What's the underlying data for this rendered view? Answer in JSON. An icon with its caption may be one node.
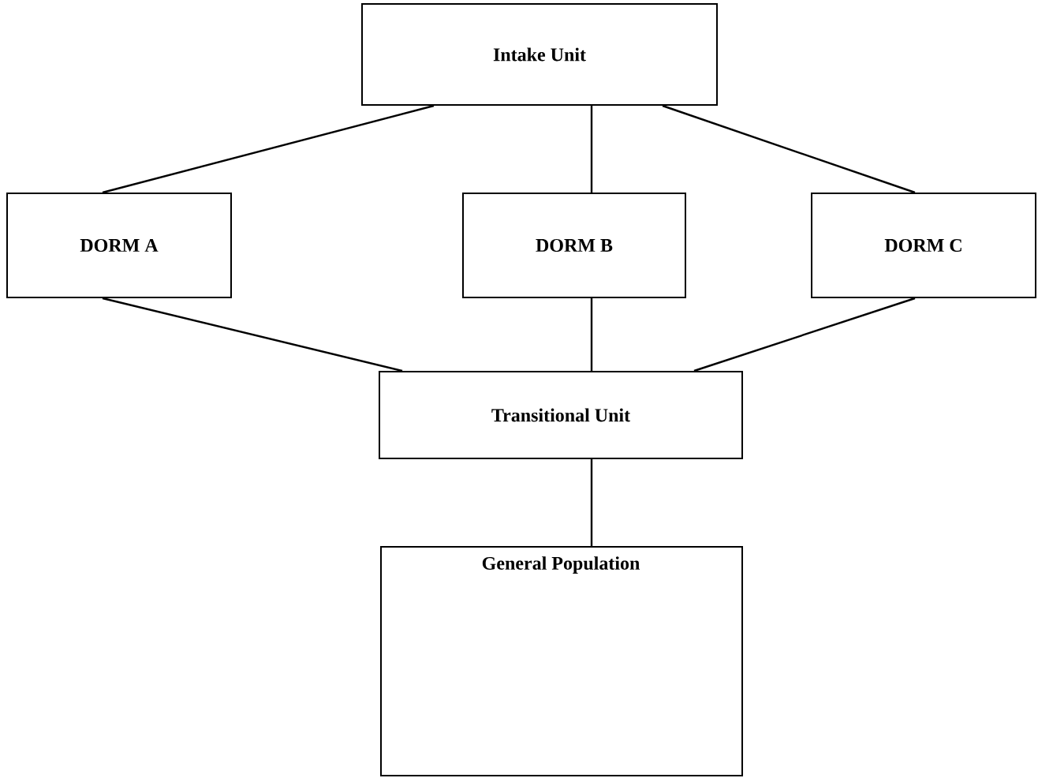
{
  "diagram": {
    "nodes": [
      {
        "text": [
          "Intake Unit"
        ]
      },
      {
        "text": [
          "DORM A"
        ]
      },
      {
        "text": [
          "DORM B"
        ]
      },
      {
        "text": [
          "DORM C"
        ]
      },
      {
        "text": [
          "Transitional Unit"
        ]
      },
      {
        "text": [
          "General Population"
        ]
      }
    ],
    "edges": [
      {
        "from": 0,
        "to": 1,
        "arrow": "none"
      },
      {
        "from": 0,
        "to": 2,
        "arrow": "none"
      },
      {
        "from": 0,
        "to": 3,
        "arrow": "none"
      },
      {
        "from": 1,
        "to": 4,
        "arrow": "none"
      },
      {
        "from": 2,
        "to": 4,
        "arrow": "none"
      },
      {
        "from": 3,
        "to": 4,
        "arrow": "none"
      },
      {
        "from": 4,
        "to": 5,
        "arrow": "none"
      }
    ]
  }
}
